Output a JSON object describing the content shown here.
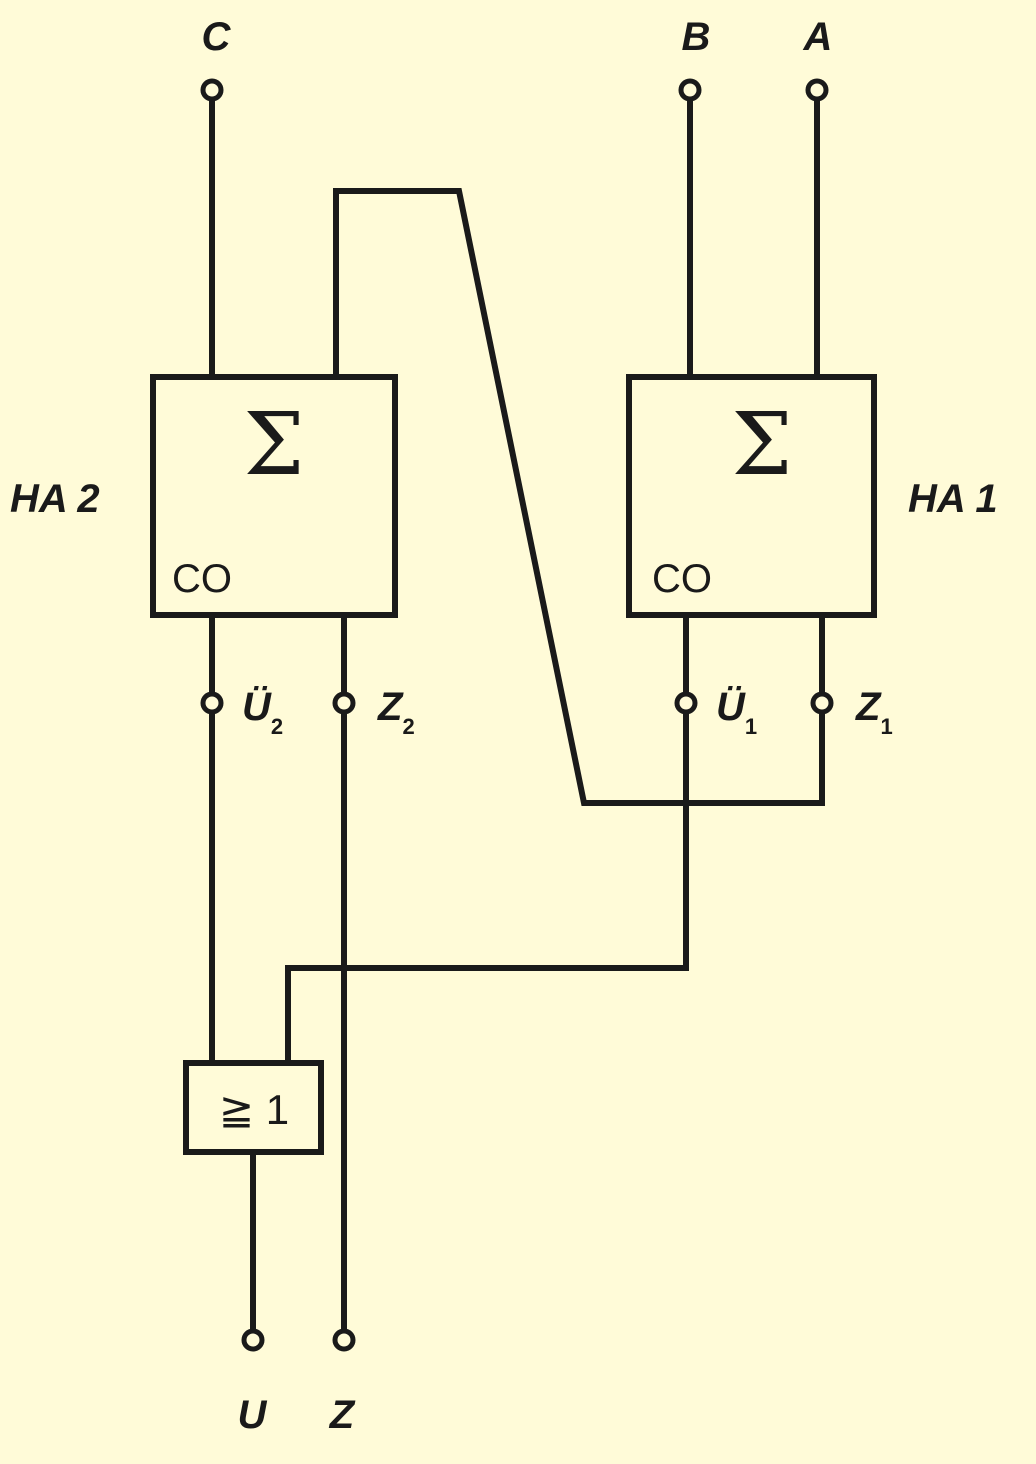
{
  "inputs": {
    "c": "C",
    "b": "B",
    "a": "A"
  },
  "ha2": {
    "name": "HA 2",
    "symbol": "Σ",
    "carry_label": "CO"
  },
  "ha1": {
    "name": "HA 1",
    "symbol": "Σ",
    "carry_label": "CO"
  },
  "ha2_outputs": {
    "carry": {
      "letter": "Ü",
      "index": "2"
    },
    "sum": {
      "letter": "Z",
      "index": "2"
    }
  },
  "ha1_outputs": {
    "carry": {
      "letter": "Ü",
      "index": "1"
    },
    "sum": {
      "letter": "Z",
      "index": "1"
    }
  },
  "or_gate": {
    "label": "≧ 1"
  },
  "outputs": {
    "u": "U",
    "z": "Z"
  }
}
